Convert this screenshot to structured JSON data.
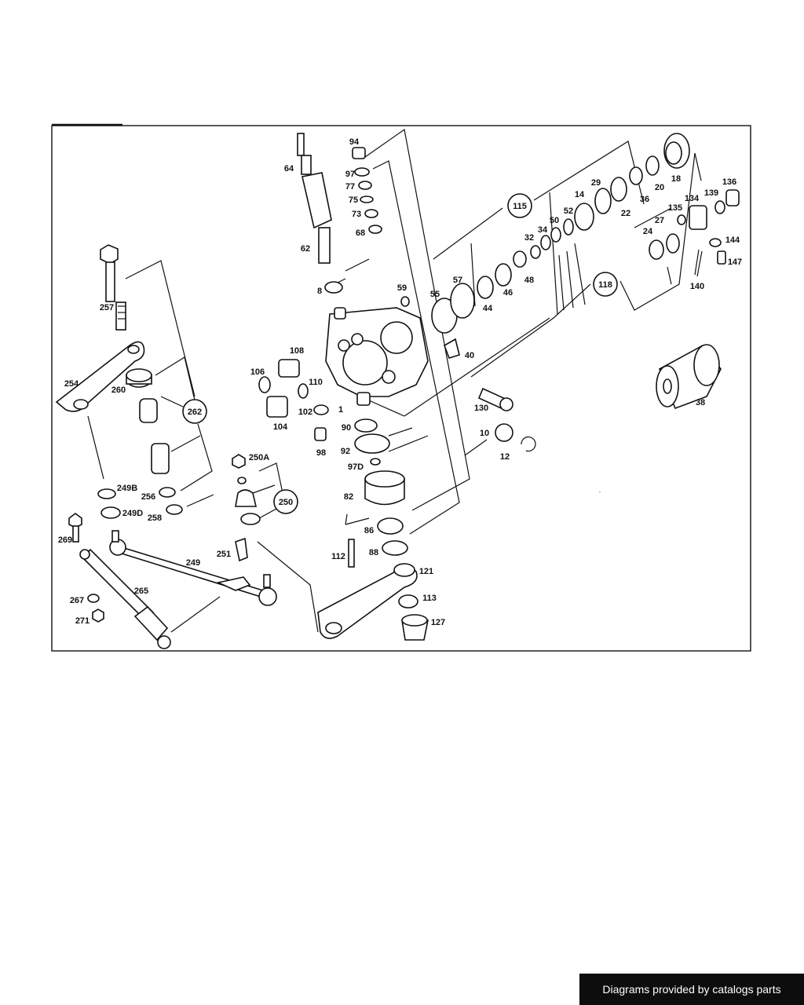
{
  "diagram": {
    "part_numbers": [
      "1",
      "8",
      "10",
      "12",
      "14",
      "18",
      "20",
      "22",
      "24",
      "27",
      "29",
      "32",
      "34",
      "36",
      "38",
      "40",
      "44",
      "46",
      "48",
      "50",
      "52",
      "55",
      "57",
      "59",
      "62",
      "64",
      "68",
      "73",
      "75",
      "77",
      "82",
      "86",
      "88",
      "90",
      "92",
      "94",
      "97",
      "97D",
      "98",
      "102",
      "104",
      "106",
      "108",
      "110",
      "112",
      "113",
      "121",
      "127",
      "130",
      "134",
      "135",
      "136",
      "139",
      "140",
      "144",
      "147",
      "249",
      "249B",
      "249D",
      "250A",
      "251",
      "254",
      "256",
      "257",
      "258",
      "260",
      "265",
      "267",
      "269",
      "271"
    ],
    "group_callouts": [
      "115",
      "118",
      "262",
      "250"
    ]
  },
  "footer": {
    "text": "Diagrams provided by catalogs parts"
  }
}
